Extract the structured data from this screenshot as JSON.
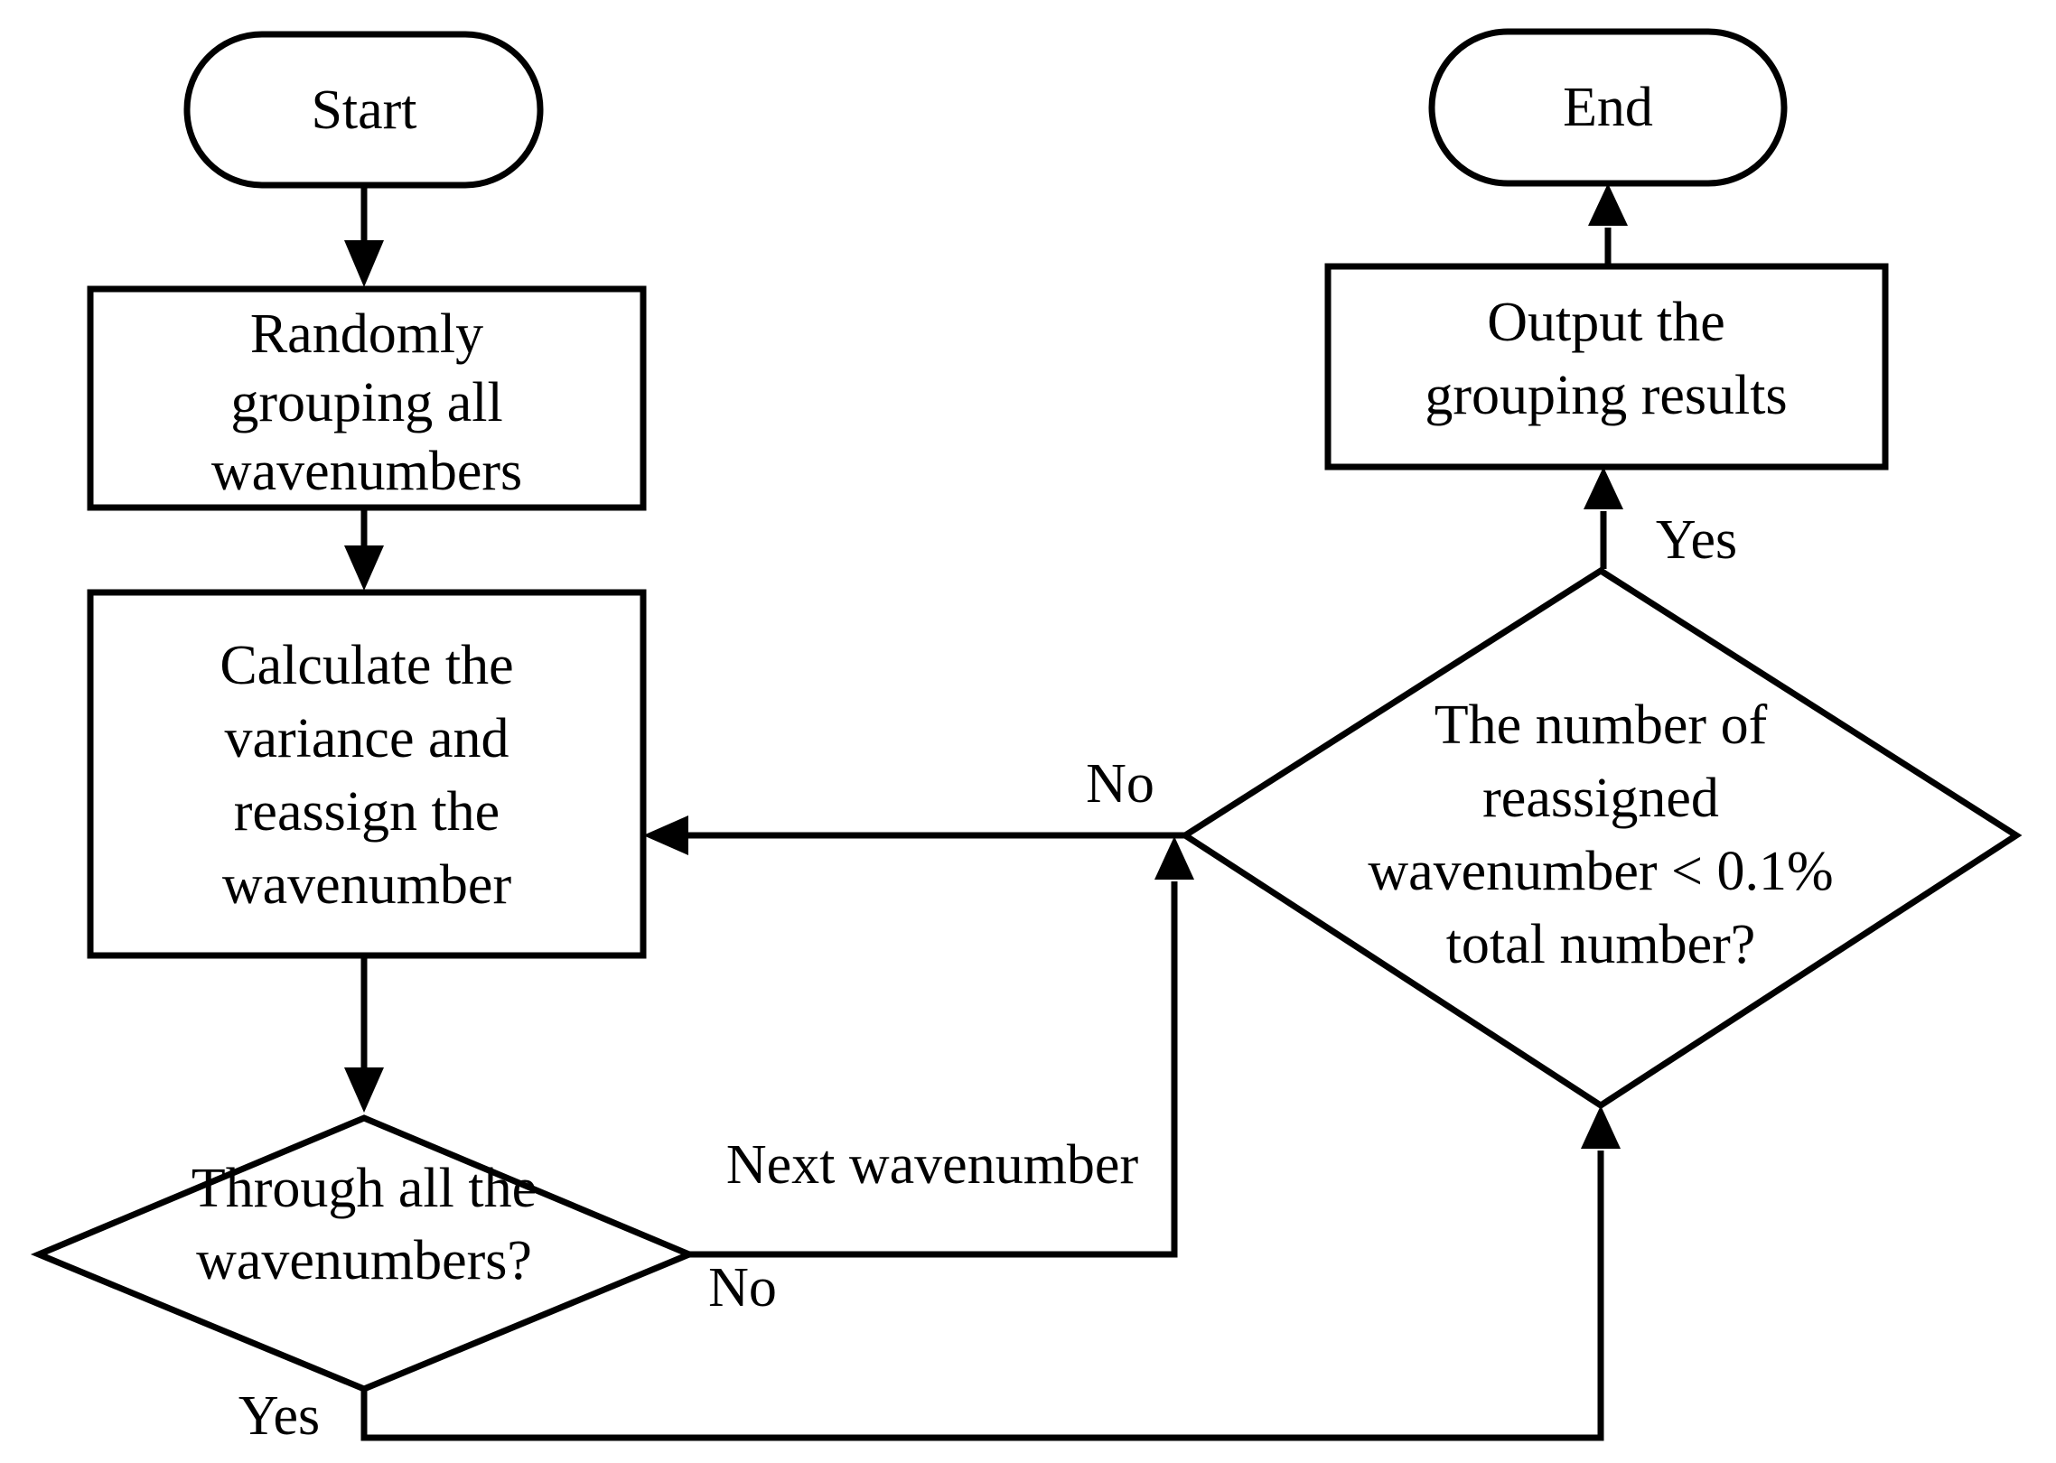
{
  "flowchart": {
    "title": "Wavenumber grouping algorithm flowchart",
    "colors": {
      "stroke": "#000000",
      "fill": "#ffffff",
      "text": "#000000",
      "background": "#ffffff"
    },
    "nodes": {
      "start": {
        "type": "terminator",
        "label": "Start"
      },
      "random_group": {
        "type": "process",
        "label": "Randomly\ngrouping all\nwavenumbers"
      },
      "calculate": {
        "type": "process",
        "label": "Calculate the\nvariance and\nreassign the\nwavenumber"
      },
      "through_all": {
        "type": "decision",
        "label": "Through all the\nwavenumbers?"
      },
      "converged": {
        "type": "decision",
        "label": "The number of\nreassigned\nwavenumber < 0.1%\ntotal number?"
      },
      "output": {
        "type": "process",
        "label": "Output the\ngrouping results"
      },
      "end": {
        "type": "terminator",
        "label": "End"
      }
    },
    "edge_labels": {
      "through_all_no": "No",
      "through_all_yes": "Yes",
      "next_wavenumber": "Next wavenumber",
      "converged_no": "No",
      "converged_yes": "Yes"
    }
  }
}
